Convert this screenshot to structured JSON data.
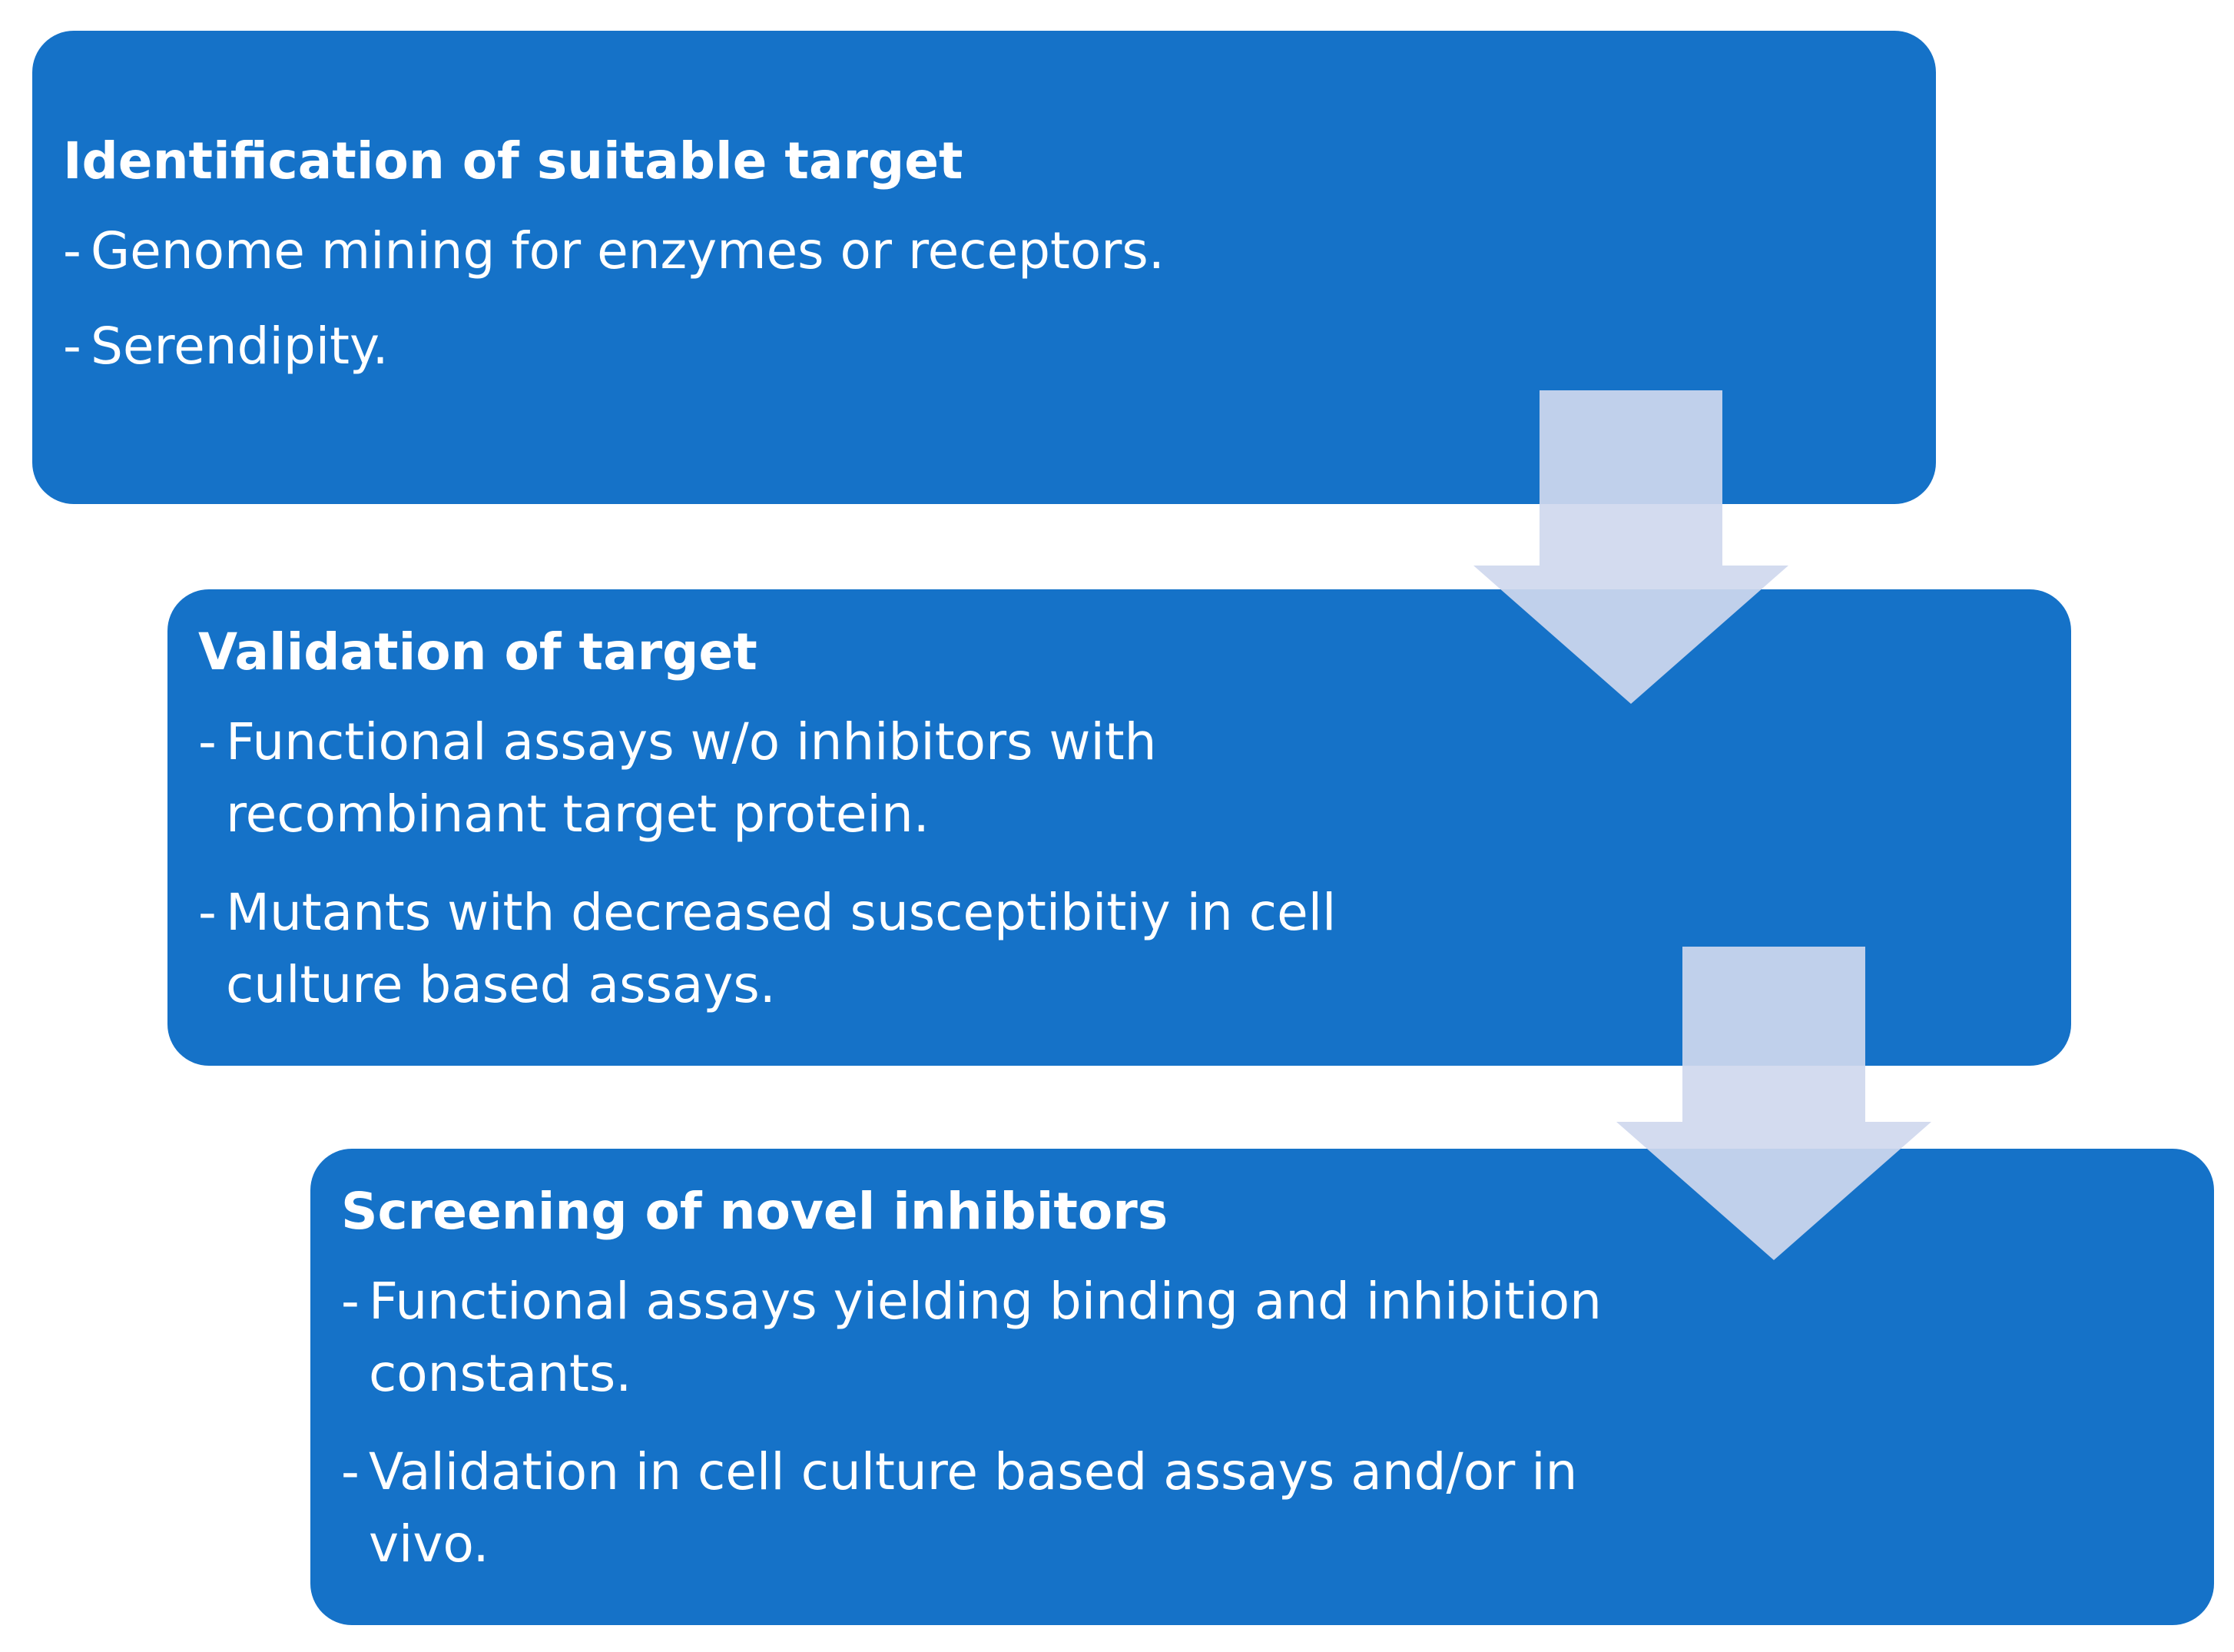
{
  "steps": [
    {
      "title": "Identification of suitable target",
      "items": [
        "Genome mining for enzymes or receptors.",
        "Serendipity."
      ]
    },
    {
      "title": "Validation of target",
      "items": [
        "Functional assays w/o inhibitors with recombinant target protein.",
        "Mutants with decreased susceptibitiy in cell culture based assays."
      ]
    },
    {
      "title": "Screening of novel inhibitors",
      "items": [
        "Functional assays yielding binding and inhibition constants.",
        "Validation in cell culture based assays and/or in vivo."
      ]
    }
  ],
  "colors": {
    "box_fill": "#1572c8",
    "text": "#ffffff",
    "arrow_fill": "#cfd8ee"
  }
}
